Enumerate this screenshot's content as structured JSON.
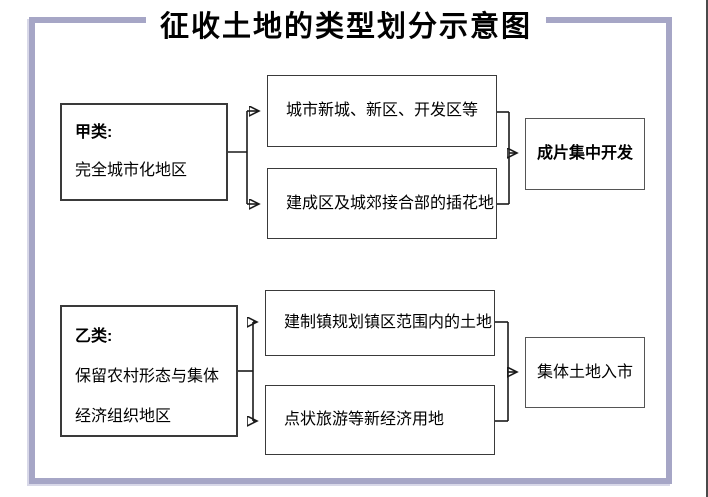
{
  "title": "征收土地的类型划分示意图",
  "colors": {
    "frame": "#a6a6c6",
    "box_border": "#3a3a3a",
    "connector": "#1a1a1a",
    "text": "#000000",
    "background": "#ffffff"
  },
  "diagram": {
    "category_a": {
      "heading": "甲类:",
      "body": "完全城市化地区",
      "items": [
        "城市新城、新区、开发区等",
        "建成区及城郊接合部的插花地"
      ],
      "result": "成片集中开发"
    },
    "category_b": {
      "heading": "乙类:",
      "body_line1": "保留农村形态与集体",
      "body_line2": "经济组织地区",
      "items": [
        "建制镇规划镇区范围内的土地",
        "点状旅游等新经济用地"
      ],
      "result": "集体土地入市"
    }
  }
}
